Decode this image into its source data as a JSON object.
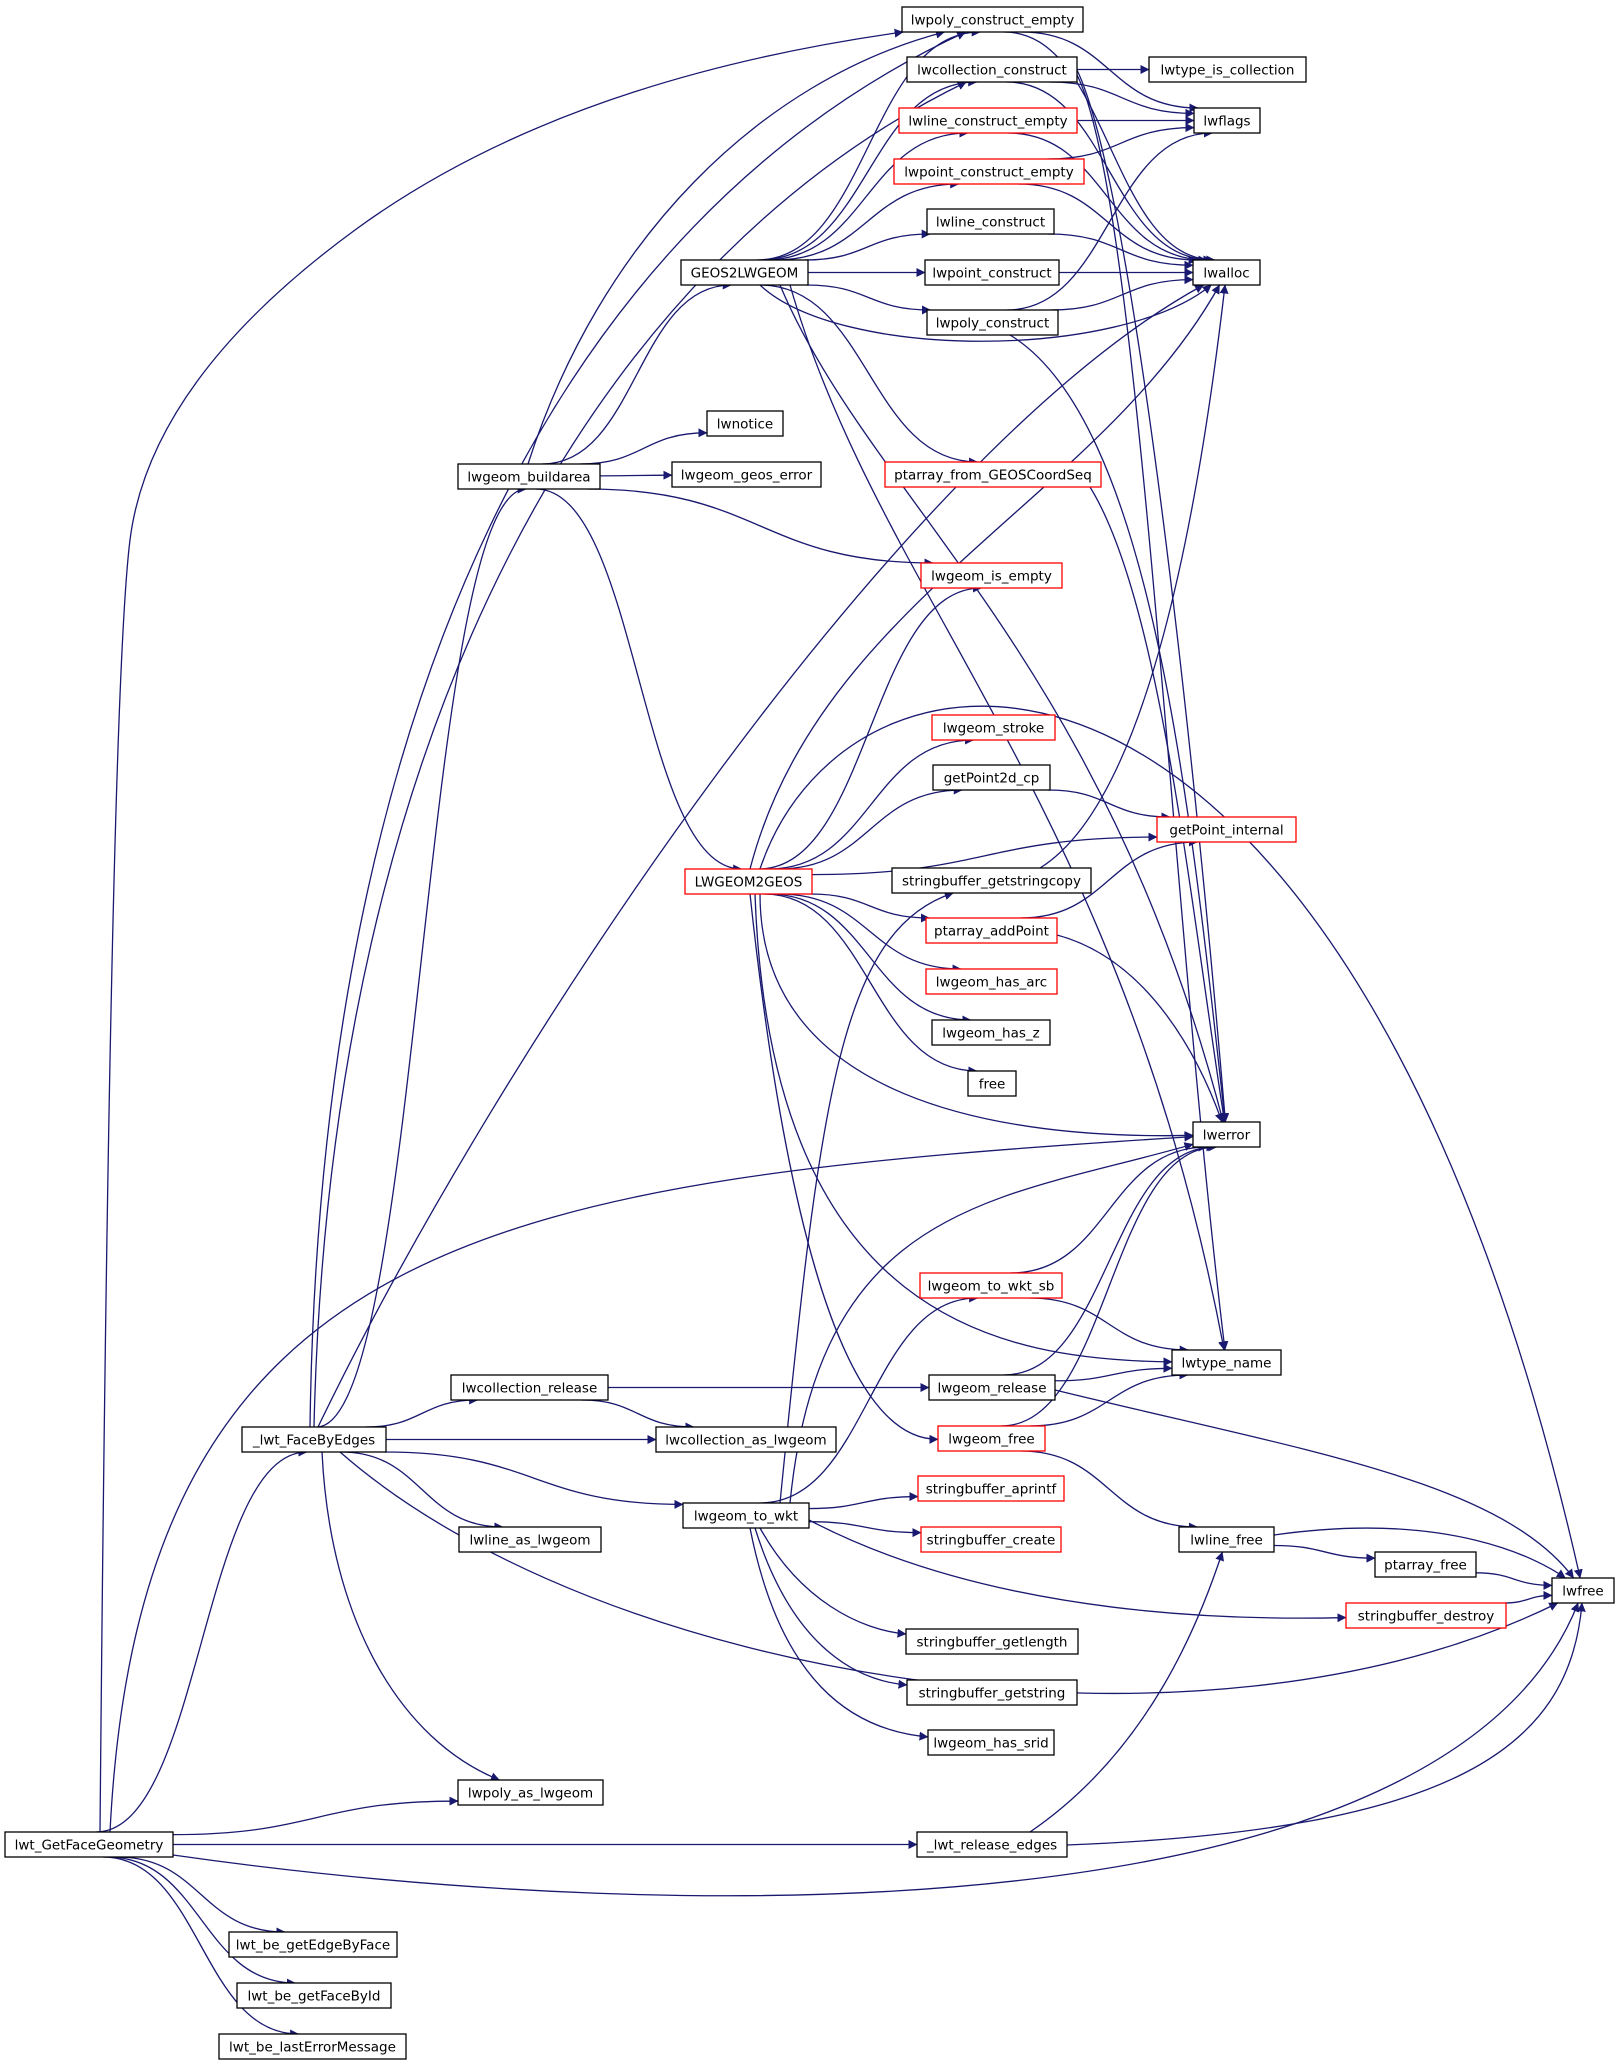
{
  "diagram": {
    "nodes": [
      {
        "id": "lwt_GetFaceGeometry",
        "label": "lwt_GetFaceGeometry",
        "style": "root"
      },
      {
        "id": "_lwt_FaceByEdges",
        "label": "_lwt_FaceByEdges",
        "style": "normal"
      },
      {
        "id": "lwt_be_getEdgeByFace",
        "label": "lwt_be_getEdgeByFace",
        "style": "normal"
      },
      {
        "id": "lwt_be_getFaceById",
        "label": "lwt_be_getFaceById",
        "style": "normal"
      },
      {
        "id": "lwt_be_lastErrorMessage",
        "label": "lwt_be_lastErrorMessage",
        "style": "normal"
      },
      {
        "id": "lwgeom_buildarea",
        "label": "lwgeom_buildarea",
        "style": "normal"
      },
      {
        "id": "lwcollection_release",
        "label": "lwcollection_release",
        "style": "normal"
      },
      {
        "id": "lwline_as_lwgeom",
        "label": "lwline_as_lwgeom",
        "style": "normal"
      },
      {
        "id": "lwpoly_as_lwgeom",
        "label": "lwpoly_as_lwgeom",
        "style": "normal"
      },
      {
        "id": "GEOS2LWGEOM",
        "label": "GEOS2LWGEOM",
        "style": "normal"
      },
      {
        "id": "lwnotice",
        "label": "lwnotice",
        "style": "normal"
      },
      {
        "id": "lwgeom_geos_error",
        "label": "lwgeom_geos_error",
        "style": "normal"
      },
      {
        "id": "LWGEOM2GEOS",
        "label": "LWGEOM2GEOS",
        "style": "red"
      },
      {
        "id": "lwcollection_as_lwgeom",
        "label": "lwcollection_as_lwgeom",
        "style": "normal"
      },
      {
        "id": "lwgeom_to_wkt",
        "label": "lwgeom_to_wkt",
        "style": "normal"
      },
      {
        "id": "lwpoly_construct_empty",
        "label": "lwpoly_construct_empty",
        "style": "normal"
      },
      {
        "id": "lwcollection_construct",
        "label": "lwcollection_construct",
        "style": "normal"
      },
      {
        "id": "lwline_construct_empty",
        "label": "lwline_construct_empty",
        "style": "red"
      },
      {
        "id": "lwpoint_construct_empty",
        "label": "lwpoint_construct_empty",
        "style": "red"
      },
      {
        "id": "lwline_construct",
        "label": "lwline_construct",
        "style": "normal"
      },
      {
        "id": "lwpoint_construct",
        "label": "lwpoint_construct",
        "style": "normal"
      },
      {
        "id": "lwpoly_construct",
        "label": "lwpoly_construct",
        "style": "normal"
      },
      {
        "id": "ptarray_from_GEOSCoordSeq",
        "label": "ptarray_from_GEOSCoordSeq",
        "style": "red"
      },
      {
        "id": "lwgeom_is_empty",
        "label": "lwgeom_is_empty",
        "style": "red"
      },
      {
        "id": "lwgeom_stroke",
        "label": "lwgeom_stroke",
        "style": "red"
      },
      {
        "id": "getPoint2d_cp",
        "label": "getPoint2d_cp",
        "style": "normal"
      },
      {
        "id": "stringbuffer_getstringcopy",
        "label": "stringbuffer_getstringcopy",
        "style": "normal"
      },
      {
        "id": "ptarray_addPoint",
        "label": "ptarray_addPoint",
        "style": "red"
      },
      {
        "id": "lwgeom_has_arc",
        "label": "lwgeom_has_arc",
        "style": "red"
      },
      {
        "id": "lwgeom_has_z",
        "label": "lwgeom_has_z",
        "style": "normal"
      },
      {
        "id": "free",
        "label": "free",
        "style": "normal"
      },
      {
        "id": "lwgeom_to_wkt_sb",
        "label": "lwgeom_to_wkt_sb",
        "style": "red"
      },
      {
        "id": "lwgeom_release",
        "label": "lwgeom_release",
        "style": "normal"
      },
      {
        "id": "lwgeom_free",
        "label": "lwgeom_free",
        "style": "red"
      },
      {
        "id": "stringbuffer_aprintf",
        "label": "stringbuffer_aprintf",
        "style": "red"
      },
      {
        "id": "stringbuffer_create",
        "label": "stringbuffer_create",
        "style": "red"
      },
      {
        "id": "stringbuffer_getlength",
        "label": "stringbuffer_getlength",
        "style": "normal"
      },
      {
        "id": "stringbuffer_getstring",
        "label": "stringbuffer_getstring",
        "style": "normal"
      },
      {
        "id": "lwgeom_has_srid",
        "label": "lwgeom_has_srid",
        "style": "normal"
      },
      {
        "id": "_lwt_release_edges",
        "label": "_lwt_release_edges",
        "style": "normal"
      },
      {
        "id": "lwtype_is_collection",
        "label": "lwtype_is_collection",
        "style": "normal"
      },
      {
        "id": "lwflags",
        "label": "lwflags",
        "style": "normal"
      },
      {
        "id": "lwalloc",
        "label": "lwalloc",
        "style": "normal"
      },
      {
        "id": "getPoint_internal",
        "label": "getPoint_internal",
        "style": "red"
      },
      {
        "id": "lwerror",
        "label": "lwerror",
        "style": "normal"
      },
      {
        "id": "lwtype_name",
        "label": "lwtype_name",
        "style": "normal"
      },
      {
        "id": "lwline_free",
        "label": "lwline_free",
        "style": "normal"
      },
      {
        "id": "ptarray_free",
        "label": "ptarray_free",
        "style": "normal"
      },
      {
        "id": "stringbuffer_destroy",
        "label": "stringbuffer_destroy",
        "style": "red"
      },
      {
        "id": "lwfree",
        "label": "lwfree",
        "style": "normal"
      }
    ],
    "edges": [
      {
        "from": "lwt_GetFaceGeometry",
        "to": "lwpoly_construct_empty"
      },
      {
        "from": "lwt_GetFaceGeometry",
        "to": "_lwt_FaceByEdges"
      },
      {
        "from": "lwt_GetFaceGeometry",
        "to": "lwerror"
      },
      {
        "from": "lwt_GetFaceGeometry",
        "to": "lwpoly_as_lwgeom"
      },
      {
        "from": "lwt_GetFaceGeometry",
        "to": "_lwt_release_edges"
      },
      {
        "from": "lwt_GetFaceGeometry",
        "to": "lwfree"
      },
      {
        "from": "lwt_GetFaceGeometry",
        "to": "lwt_be_getEdgeByFace"
      },
      {
        "from": "lwt_GetFaceGeometry",
        "to": "lwt_be_getFaceById"
      },
      {
        "from": "lwt_GetFaceGeometry",
        "to": "lwt_be_lastErrorMessage"
      },
      {
        "from": "_lwt_FaceByEdges",
        "to": "lwpoly_construct_empty"
      },
      {
        "from": "_lwt_FaceByEdges",
        "to": "lwcollection_construct"
      },
      {
        "from": "_lwt_FaceByEdges",
        "to": "lwgeom_buildarea"
      },
      {
        "from": "_lwt_FaceByEdges",
        "to": "lwalloc"
      },
      {
        "from": "_lwt_FaceByEdges",
        "to": "lwcollection_release"
      },
      {
        "from": "_lwt_FaceByEdges",
        "to": "lwcollection_as_lwgeom"
      },
      {
        "from": "_lwt_FaceByEdges",
        "to": "lwgeom_to_wkt"
      },
      {
        "from": "_lwt_FaceByEdges",
        "to": "lwline_as_lwgeom"
      },
      {
        "from": "_lwt_FaceByEdges",
        "to": "lwpoly_as_lwgeom"
      },
      {
        "from": "_lwt_FaceByEdges",
        "to": "lwfree"
      },
      {
        "from": "lwgeom_buildarea",
        "to": "lwpoly_construct_empty"
      },
      {
        "from": "lwgeom_buildarea",
        "to": "GEOS2LWGEOM"
      },
      {
        "from": "lwgeom_buildarea",
        "to": "lwnotice"
      },
      {
        "from": "lwgeom_buildarea",
        "to": "lwgeom_geos_error"
      },
      {
        "from": "lwgeom_buildarea",
        "to": "lwgeom_is_empty"
      },
      {
        "from": "lwgeom_buildarea",
        "to": "LWGEOM2GEOS"
      },
      {
        "from": "GEOS2LWGEOM",
        "to": "lwpoly_construct_empty"
      },
      {
        "from": "GEOS2LWGEOM",
        "to": "lwcollection_construct"
      },
      {
        "from": "GEOS2LWGEOM",
        "to": "lwline_construct_empty"
      },
      {
        "from": "GEOS2LWGEOM",
        "to": "lwpoint_construct_empty"
      },
      {
        "from": "GEOS2LWGEOM",
        "to": "lwline_construct"
      },
      {
        "from": "GEOS2LWGEOM",
        "to": "lwpoint_construct"
      },
      {
        "from": "GEOS2LWGEOM",
        "to": "lwpoly_construct"
      },
      {
        "from": "GEOS2LWGEOM",
        "to": "lwalloc"
      },
      {
        "from": "GEOS2LWGEOM",
        "to": "ptarray_from_GEOSCoordSeq"
      },
      {
        "from": "GEOS2LWGEOM",
        "to": "lwerror"
      },
      {
        "from": "GEOS2LWGEOM",
        "to": "lwtype_name"
      },
      {
        "from": "LWGEOM2GEOS",
        "to": "lwgeom_is_empty"
      },
      {
        "from": "LWGEOM2GEOS",
        "to": "lwalloc"
      },
      {
        "from": "LWGEOM2GEOS",
        "to": "lwfree"
      },
      {
        "from": "LWGEOM2GEOS",
        "to": "lwgeom_stroke"
      },
      {
        "from": "LWGEOM2GEOS",
        "to": "getPoint2d_cp"
      },
      {
        "from": "LWGEOM2GEOS",
        "to": "getPoint_internal"
      },
      {
        "from": "LWGEOM2GEOS",
        "to": "ptarray_addPoint"
      },
      {
        "from": "LWGEOM2GEOS",
        "to": "lwgeom_has_arc"
      },
      {
        "from": "LWGEOM2GEOS",
        "to": "lwgeom_has_z"
      },
      {
        "from": "LWGEOM2GEOS",
        "to": "free"
      },
      {
        "from": "LWGEOM2GEOS",
        "to": "lwerror"
      },
      {
        "from": "LWGEOM2GEOS",
        "to": "lwtype_name"
      },
      {
        "from": "LWGEOM2GEOS",
        "to": "lwgeom_free"
      },
      {
        "from": "lwgeom_to_wkt",
        "to": "stringbuffer_getstringcopy"
      },
      {
        "from": "lwgeom_to_wkt",
        "to": "lwgeom_to_wkt_sb"
      },
      {
        "from": "lwgeom_to_wkt",
        "to": "lwerror"
      },
      {
        "from": "lwgeom_to_wkt",
        "to": "stringbuffer_aprintf"
      },
      {
        "from": "lwgeom_to_wkt",
        "to": "stringbuffer_create"
      },
      {
        "from": "lwgeom_to_wkt",
        "to": "stringbuffer_destroy"
      },
      {
        "from": "lwgeom_to_wkt",
        "to": "stringbuffer_getlength"
      },
      {
        "from": "lwgeom_to_wkt",
        "to": "stringbuffer_getstring"
      },
      {
        "from": "lwgeom_to_wkt",
        "to": "lwgeom_has_srid"
      },
      {
        "from": "lwcollection_release",
        "to": "lwgeom_release"
      },
      {
        "from": "lwcollection_release",
        "to": "lwcollection_as_lwgeom"
      },
      {
        "from": "lwpoly_construct_empty",
        "to": "lwflags"
      },
      {
        "from": "lwpoly_construct_empty",
        "to": "lwalloc"
      },
      {
        "from": "lwcollection_construct",
        "to": "lwtype_is_collection"
      },
      {
        "from": "lwcollection_construct",
        "to": "lwflags"
      },
      {
        "from": "lwcollection_construct",
        "to": "lwalloc"
      },
      {
        "from": "lwcollection_construct",
        "to": "lwerror"
      },
      {
        "from": "lwcollection_construct",
        "to": "lwtype_name"
      },
      {
        "from": "lwline_construct_empty",
        "to": "lwflags"
      },
      {
        "from": "lwline_construct_empty",
        "to": "lwalloc"
      },
      {
        "from": "lwpoint_construct_empty",
        "to": "lwflags"
      },
      {
        "from": "lwpoint_construct_empty",
        "to": "lwalloc"
      },
      {
        "from": "lwline_construct",
        "to": "lwalloc"
      },
      {
        "from": "lwpoint_construct",
        "to": "lwalloc"
      },
      {
        "from": "lwpoly_construct",
        "to": "lwflags"
      },
      {
        "from": "lwpoly_construct",
        "to": "lwalloc"
      },
      {
        "from": "lwpoly_construct",
        "to": "lwerror"
      },
      {
        "from": "ptarray_from_GEOSCoordSeq",
        "to": "lwerror"
      },
      {
        "from": "getPoint2d_cp",
        "to": "getPoint_internal"
      },
      {
        "from": "stringbuffer_getstringcopy",
        "to": "lwalloc"
      },
      {
        "from": "ptarray_addPoint",
        "to": "getPoint_internal"
      },
      {
        "from": "ptarray_addPoint",
        "to": "lwerror"
      },
      {
        "from": "lwgeom_to_wkt_sb",
        "to": "lwerror"
      },
      {
        "from": "lwgeom_to_wkt_sb",
        "to": "lwtype_name"
      },
      {
        "from": "lwgeom_release",
        "to": "lwerror"
      },
      {
        "from": "lwgeom_release",
        "to": "lwtype_name"
      },
      {
        "from": "lwgeom_release",
        "to": "lwfree"
      },
      {
        "from": "lwgeom_free",
        "to": "lwerror"
      },
      {
        "from": "lwgeom_free",
        "to": "lwtype_name"
      },
      {
        "from": "lwgeom_free",
        "to": "lwline_free"
      },
      {
        "from": "lwline_free",
        "to": "ptarray_free"
      },
      {
        "from": "lwline_free",
        "to": "lwfree"
      },
      {
        "from": "ptarray_free",
        "to": "lwfree"
      },
      {
        "from": "stringbuffer_destroy",
        "to": "lwfree"
      },
      {
        "from": "_lwt_release_edges",
        "to": "lwline_free"
      },
      {
        "from": "_lwt_release_edges",
        "to": "lwfree"
      }
    ],
    "colors": {
      "edge": "#191970",
      "border": "#000000",
      "red_border": "#ff0000",
      "root_fill": "#bfbfbf",
      "node_fill": "#ffffff"
    }
  }
}
